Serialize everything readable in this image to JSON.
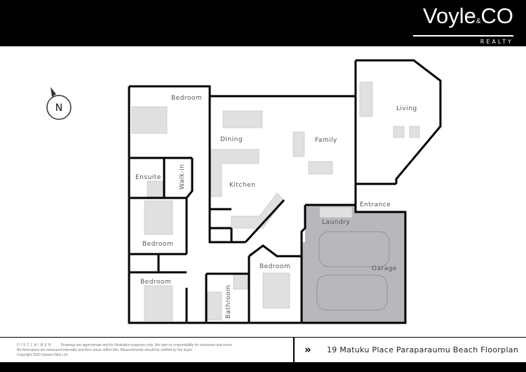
{
  "brand": {
    "name": "Voyle",
    "amp": "&",
    "co": "CO",
    "tagline": "REALTY"
  },
  "compass": {
    "label": "N"
  },
  "rooms": {
    "bedroom_master": "Bedroom",
    "dining": "Dining",
    "family": "Family",
    "living": "Living",
    "ensuite": "Ensuite",
    "walkin": "Walk-in",
    "kitchen": "Kitchen",
    "entrance": "Entrance",
    "laundry": "Laundry",
    "bedroom_2": "Bedroom",
    "bedroom_3": "Bedroom",
    "bedroom_4": "Bedroom",
    "garage": "Garage",
    "bathroom": "Bathroom"
  },
  "footer": {
    "disclaimer_title": "DISCLAIMER",
    "disclaimer_line1": "Drawings are approximate and for illustration purposes only. We take no responsibility for omissions and errors",
    "disclaimer_line2": "All dimensions are measured internally and floor areas reflect this. Measurements should be verified by the buyer",
    "copyright": "Copyright 2020 Sixteen Nine Ltd",
    "address": "19 Matuku Place Paraparaumu Beach Floorplan",
    "chevron_icon": "double-chevron-right"
  },
  "colors": {
    "header": "#000000",
    "garage_fill": "#b8b8bc",
    "furniture": "#d6d6d6",
    "wall": "#000000"
  }
}
